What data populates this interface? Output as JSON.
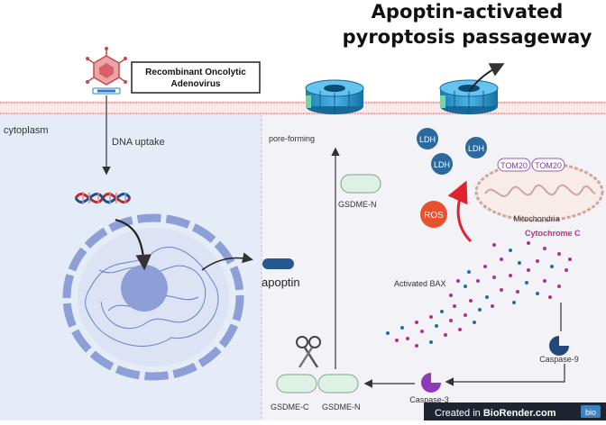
{
  "title": {
    "line1": "Apoptin-activated",
    "line2": "pyroptosis passageway"
  },
  "virus_box": {
    "line1": "Recombinant Oncolytic",
    "line2": "Adenovirus"
  },
  "labels": {
    "cytoplasm": "cytoplasm",
    "dna_uptake": "DNA uptake",
    "apoptin": "apoptin",
    "pore_forming": "pore-forming",
    "gsdme_n_top": "GSDME-N",
    "gsdme_c": "GSDME-C",
    "gsdme_n_bottom": "GSDME-N",
    "caspase3": "Caspase-3",
    "caspase9": "Caspase-9",
    "activated_bax": "Activated BAX",
    "cytochrome_c": "Cytochrome C",
    "mitochondria": "Mitochondria",
    "tom20_a": "TOM20",
    "tom20_b": "TOM20",
    "ros": "ROS",
    "ldh_1": "LDH",
    "ldh_2": "LDH",
    "ldh_3": "LDH"
  },
  "footer": {
    "prefix": "Created in ",
    "brand": "BioRender.com",
    "badge": "bio"
  },
  "colors": {
    "membrane_pink": "#f2a5a8",
    "cytoplasm_bg": "#e4edf7",
    "cell_bg": "#f3f2f7",
    "nucleus": "#8d9fd6",
    "ldh_blue": "#2c6a9e",
    "ros_red": "#e7512d",
    "caspase3_purple": "#8e3ab5",
    "caspase9_navy": "#24477a",
    "cytc_magenta": "#b7308e"
  }
}
